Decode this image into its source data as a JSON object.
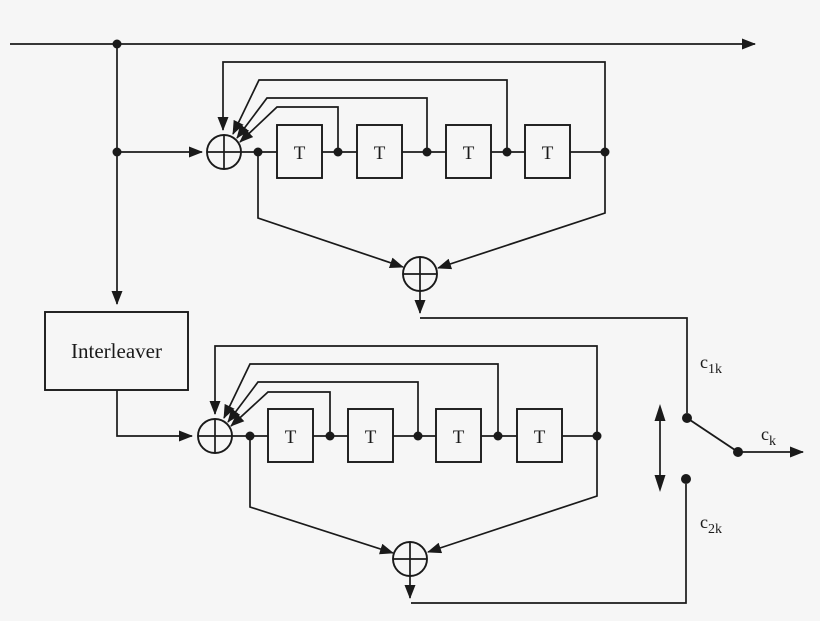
{
  "colors": {
    "background": "#f6f6f6",
    "line": "#1a1a1a"
  },
  "interleaver": {
    "label": "Interleaver"
  },
  "encoder1": {
    "delays": [
      "T",
      "T",
      "T",
      "T"
    ]
  },
  "encoder2": {
    "delays": [
      "T",
      "T",
      "T",
      "T"
    ]
  },
  "labels": {
    "c1k": {
      "base": "c",
      "sub": "1k"
    },
    "ck": {
      "base": "c",
      "sub": "k"
    },
    "c2k": {
      "base": "c",
      "sub": "2k"
    }
  }
}
